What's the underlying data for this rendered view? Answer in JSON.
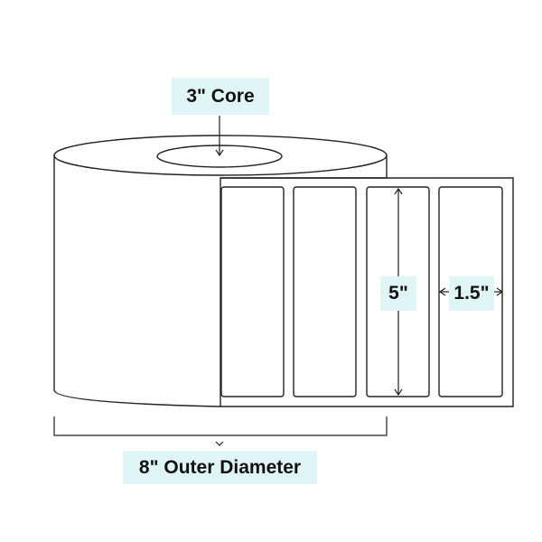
{
  "labels": {
    "core": "3\" Core",
    "outer_diameter": "8\" Outer Diameter",
    "label_height": "5\"",
    "label_width": "1.5\""
  },
  "colors": {
    "label_background": "#dff5f6",
    "line": "#222222",
    "text": "#111111"
  }
}
